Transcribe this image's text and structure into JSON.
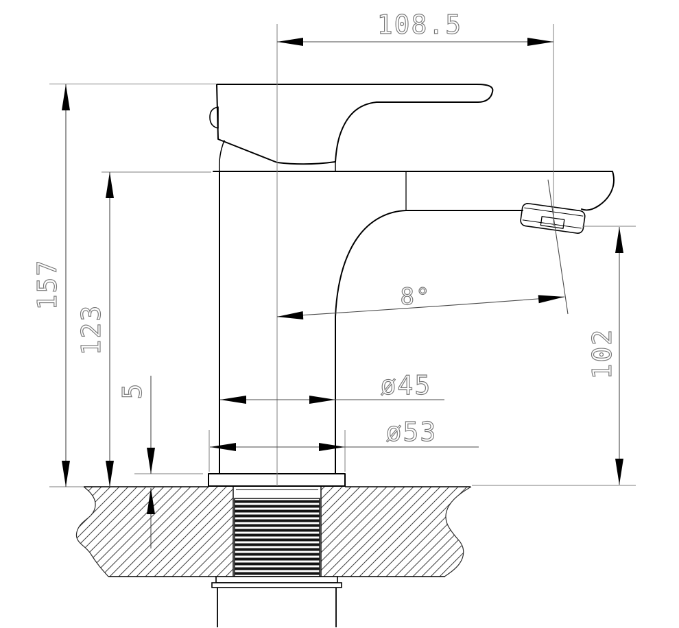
{
  "colors": {
    "outline": "#000000",
    "dimension": "#4a4a4a",
    "extension": "#7d7d7d",
    "arrow": "#000000",
    "label_stroke": "#767676",
    "background": "#ffffff"
  },
  "dimensions": {
    "spout_reach": {
      "label": "108.5",
      "orientation": "horizontal"
    },
    "total_height": {
      "label": "157",
      "orientation": "vertical"
    },
    "body_height": {
      "label": "123",
      "orientation": "vertical"
    },
    "flange_thickness": {
      "label": "5",
      "orientation": "vertical"
    },
    "outlet_height": {
      "label": "102",
      "orientation": "vertical"
    },
    "body_diameter": {
      "label": "ø45",
      "orientation": "horizontal"
    },
    "base_diameter": {
      "label": "ø53",
      "orientation": "horizontal"
    },
    "spout_angle": {
      "label": "8°",
      "orientation": "angular"
    }
  }
}
